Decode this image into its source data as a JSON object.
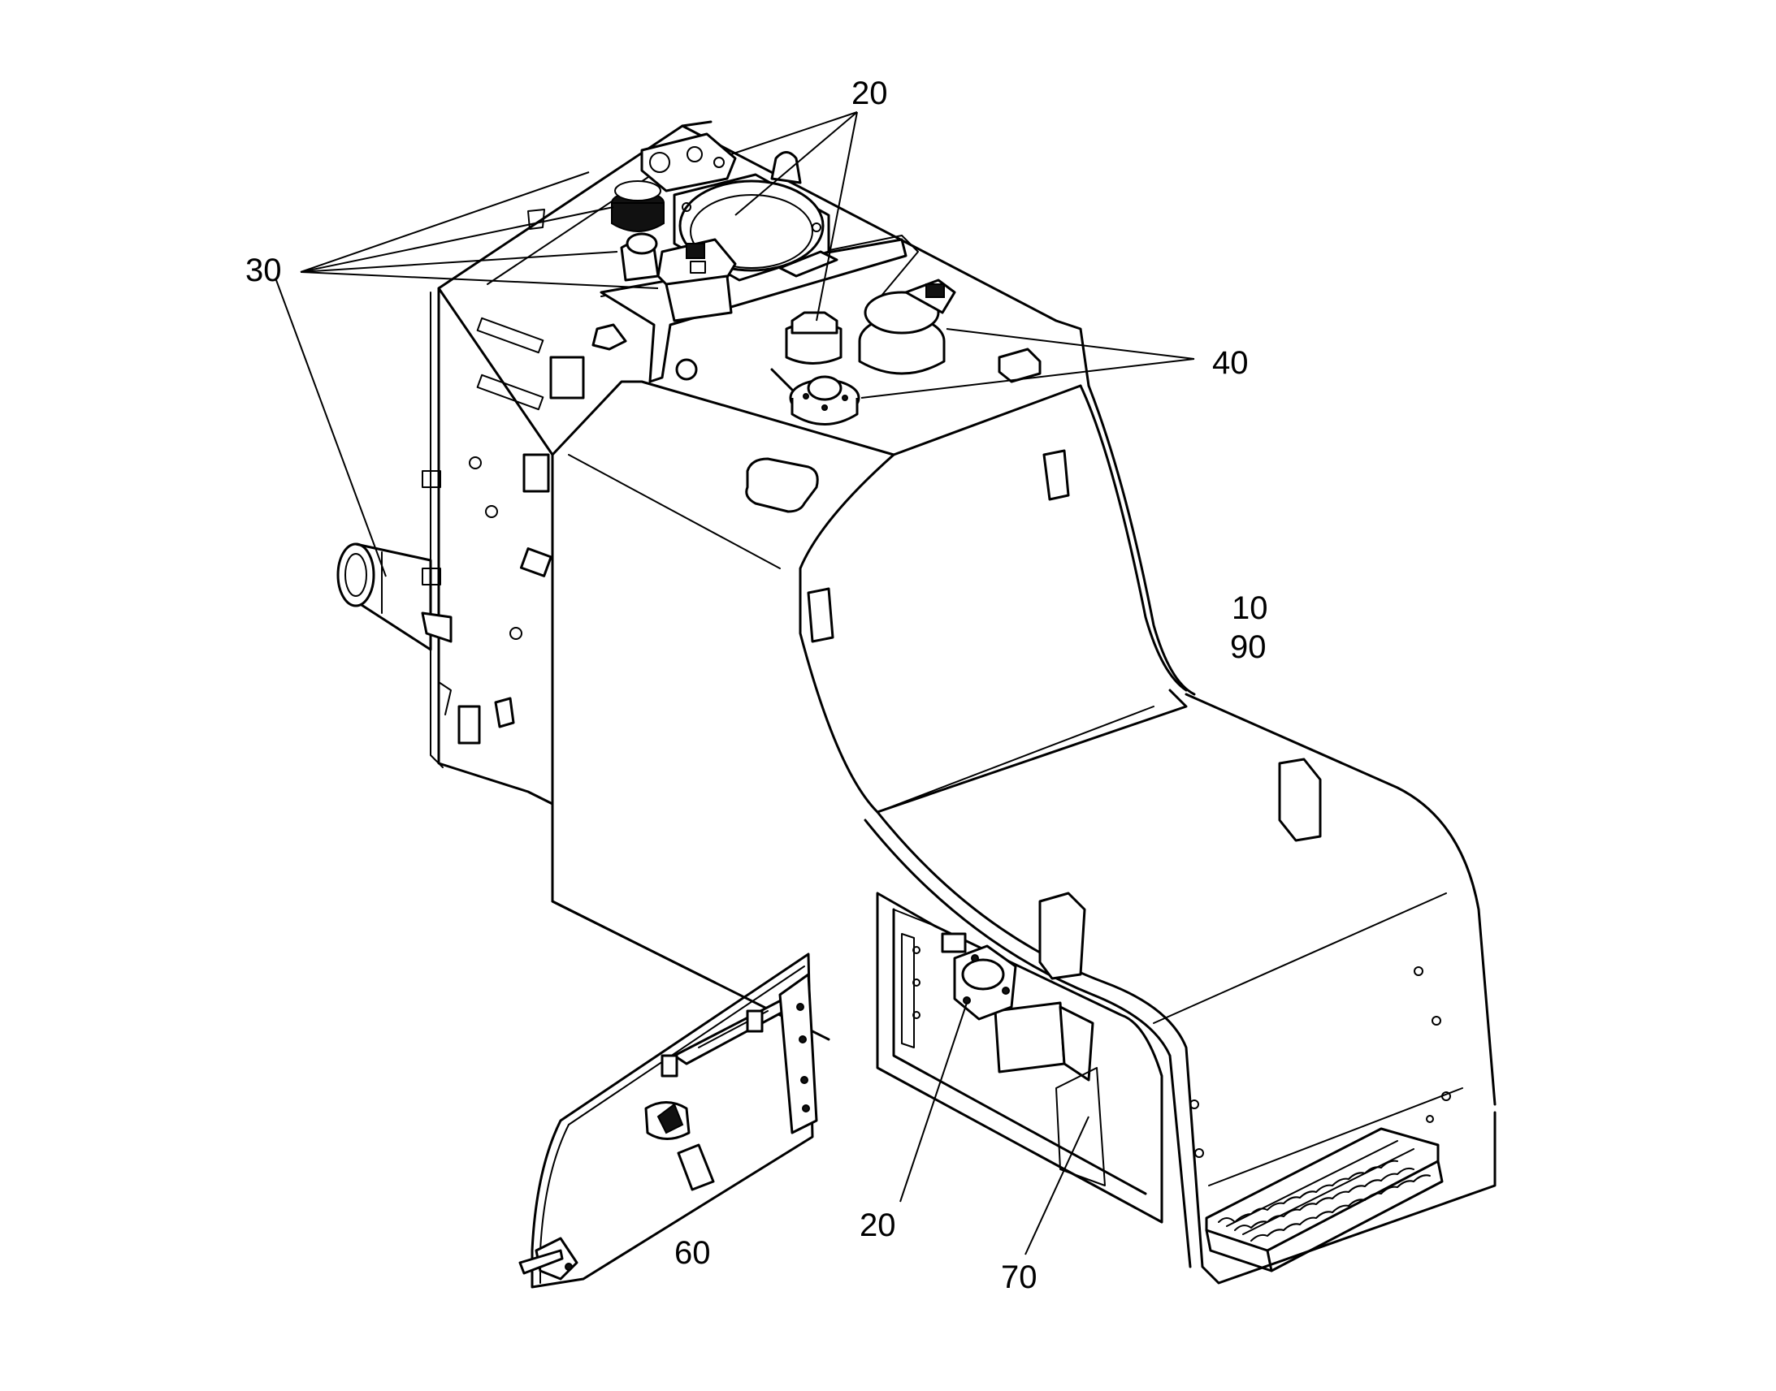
{
  "callouts": {
    "c20_top": "20",
    "c30": "30",
    "c40": "40",
    "c10": "10",
    "c90": "90",
    "c60": "60",
    "c20_bottom": "20",
    "c70": "70"
  }
}
